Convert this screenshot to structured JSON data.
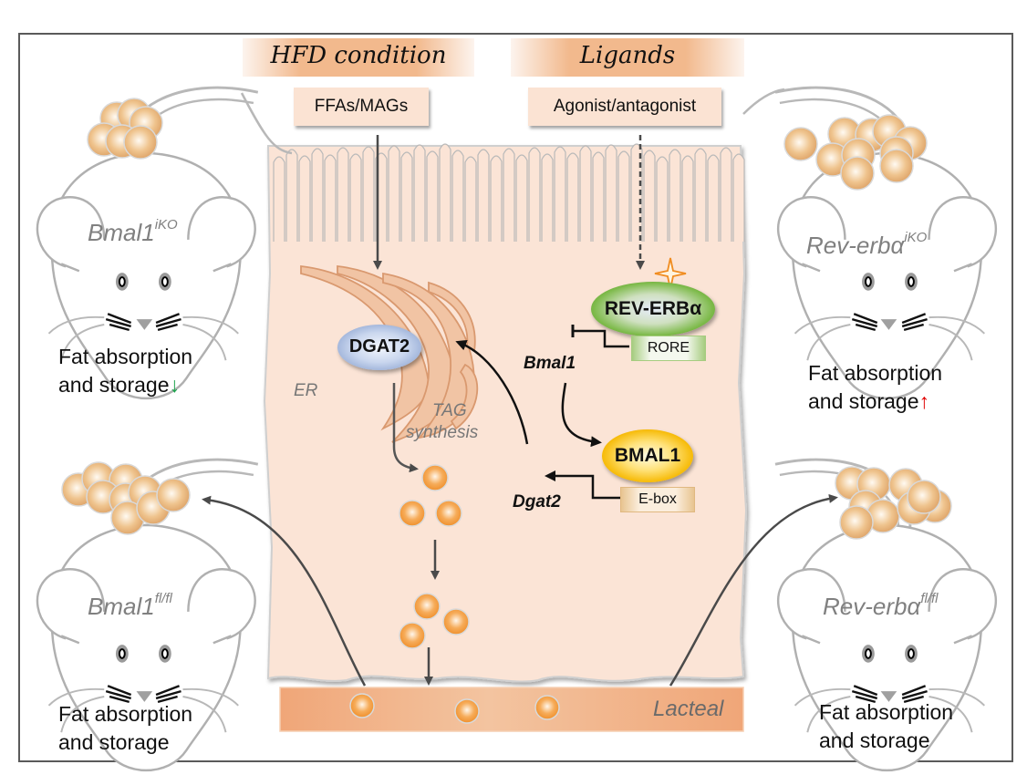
{
  "headers": {
    "hfd": "HFD condition",
    "ligands": "Ligands"
  },
  "inputs": {
    "ffas": "FFAs/MAGs",
    "agonist": "Agonist/antagonist"
  },
  "mice": {
    "top_left": {
      "name": "Bmal1",
      "superscript": "iKO",
      "caption_line1": "Fat absorption",
      "caption_line2": "and storage",
      "trend": "↓",
      "trend_color": "#1aa34a"
    },
    "top_right": {
      "name": "Rev-erbα",
      "superscript": "iKO",
      "caption_line1": "Fat absorption",
      "caption_line2": "and storage",
      "trend": "↑",
      "trend_color": "#e00000"
    },
    "bottom_left": {
      "name": "Bmal1",
      "superscript": "fl/fl",
      "caption_line1": "Fat absorption",
      "caption_line2": "and storage"
    },
    "bottom_right": {
      "name": "Rev-erbα",
      "superscript": "fl/fl",
      "caption_line1": "Fat absorption",
      "caption_line2": "and storage"
    }
  },
  "cell": {
    "dgat2_protein": "DGAT2",
    "er_label": "ER",
    "tag_label_line1": "TAG",
    "tag_label_line2": "synthesis",
    "reverb_protein": "REV-ERBα",
    "rore": "RORE",
    "bmal1_gene": "Bmal1",
    "bmal1_protein": "BMAL1",
    "ebox": "E-box",
    "dgat2_gene": "Dgat2",
    "lacteal": "Lacteal"
  },
  "colors": {
    "cell_fill": "#fbe4d6",
    "header_fill": "#f2b98d",
    "fat_droplet": "#f29a3a",
    "stored_fat": "#e9b67e",
    "reverb_green": "#6aaa3a",
    "bmal1_yellow": "#f4b400",
    "dgat2_blue": "#a9bde0",
    "lacteal": "#f0a678",
    "arrow": "#4a4a4a"
  }
}
